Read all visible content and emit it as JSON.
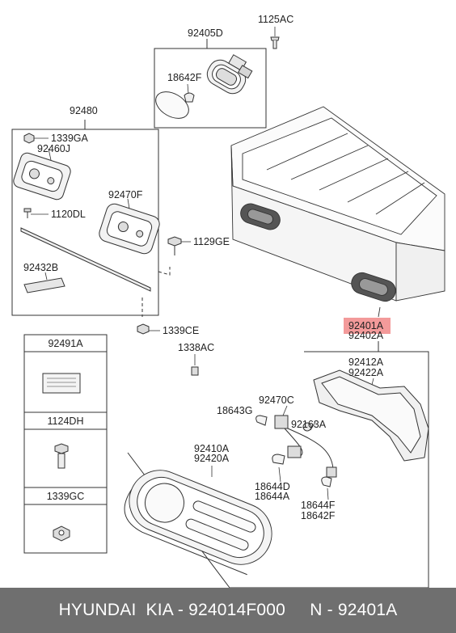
{
  "parts": {
    "p92405D": "92405D",
    "p1125AC": "1125AC",
    "p18642F_top": "18642F",
    "p92480": "92480",
    "p1339GA": "1339GA",
    "p92460J": "92460J",
    "p92470F": "92470F",
    "p1120DL": "1120DL",
    "p1129GE": "1129GE",
    "p92432B": "92432B",
    "p1339CE": "1339CE",
    "p92401A": "92401A",
    "p92402A": "92402A",
    "p92412A": "92412A",
    "p92422A": "92422A",
    "p1338AC": "1338AC",
    "p92470C": "92470C",
    "p18643G": "18643G",
    "p92163A": "92163A",
    "p92410A": "92410A",
    "p92420A": "92420A",
    "p18644D": "18644D",
    "p18644A": "18644A",
    "p18644F": "18644F",
    "p18642F_bottom": "18642F"
  },
  "table": {
    "row1": "92491A",
    "row2": "1124DH",
    "row3": "1339GC"
  },
  "footer": {
    "text": "HYUNDAI  KIA - 924014F000     N - 92401A"
  },
  "colors": {
    "highlight": "#f39a9a",
    "footer_bg": "#6f6f6f"
  }
}
